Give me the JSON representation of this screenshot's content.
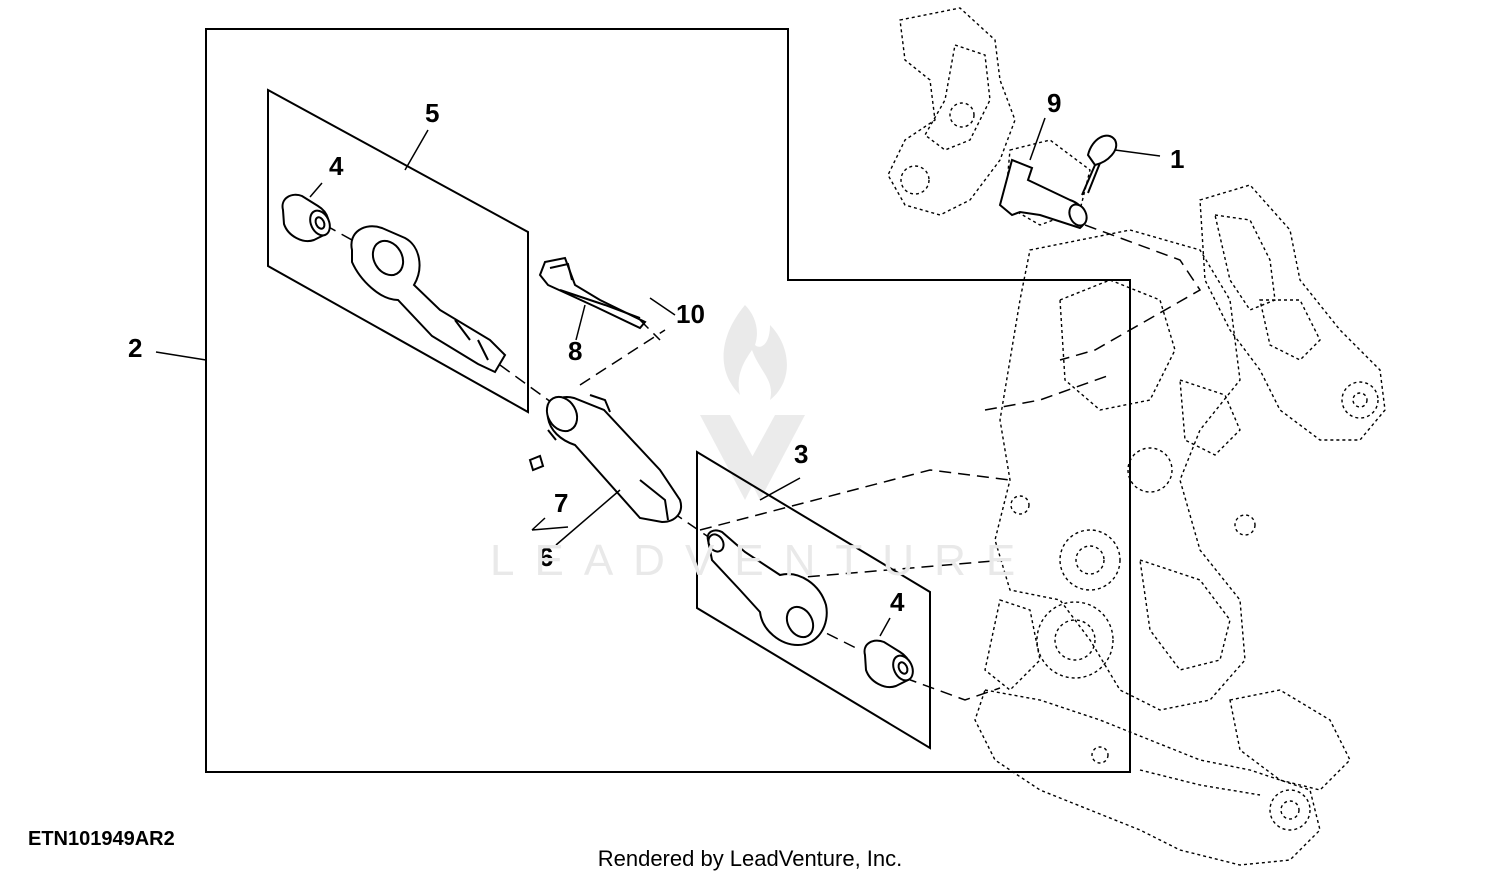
{
  "diagram": {
    "code": "ETN101949AR2",
    "footer": "Rendered by LeadVenture, Inc.",
    "watermark": "LEADVENTURE",
    "callouts": {
      "c1": "1",
      "c2": "2",
      "c3": "3",
      "c4a": "4",
      "c4b": "4",
      "c5": "5",
      "c6": "6",
      "c7": "7",
      "c8": "8",
      "c9": "9",
      "c10": "10"
    }
  },
  "colors": {
    "line": "#000000",
    "background": "#ffffff",
    "watermark": "#e6e6e6"
  }
}
